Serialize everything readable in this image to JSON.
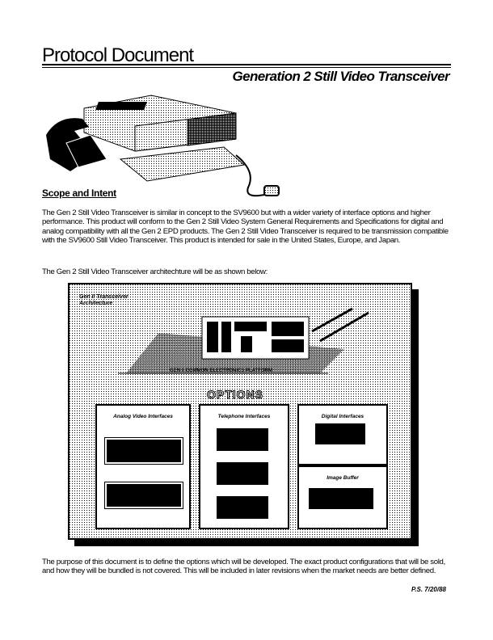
{
  "header": {
    "title": "Protocol Document",
    "subtitle": "Generation 2 Still Video Transceiver"
  },
  "scope": {
    "heading": "Scope and Intent",
    "paragraph1": "The Gen 2 Still Video Transceiver is similar in concept to the SV9600 but with a wider variety of interface options and higher performance. This product will conform to the Gen 2 Still Video System General Requirements and Specifications for digital and analog compatibility with all the Gen 2 EPD products. The Gen 2 Still Video Transceiver is required to be transmission compatible with the SV9600 Still Video Transceiver. This product is intended for sale in the United States, Europe, and Japan.",
    "paragraph2": "The Gen 2 Still Video Transceiver architechture will be as shown below:"
  },
  "figure": {
    "title": "Gen II Transceiver Architecture",
    "platform_label": "GEN II COMMON ELECTRONICS PLATFORM",
    "options_heading": "OPTIONS",
    "options": [
      {
        "title": "Analog Video Interfaces"
      },
      {
        "title": "Telephone Interfaces"
      },
      {
        "title": "Digital Interfaces"
      },
      {
        "title": "Image Buffer"
      }
    ]
  },
  "closing": {
    "paragraph": "The purpose of this document is to define the options which will be developed. The exact product configurations that will be sold, and how they will be bundled is not covered. This will be included in later revisions when the market needs are better defined.",
    "signature": "P.S. 7/20/88"
  }
}
